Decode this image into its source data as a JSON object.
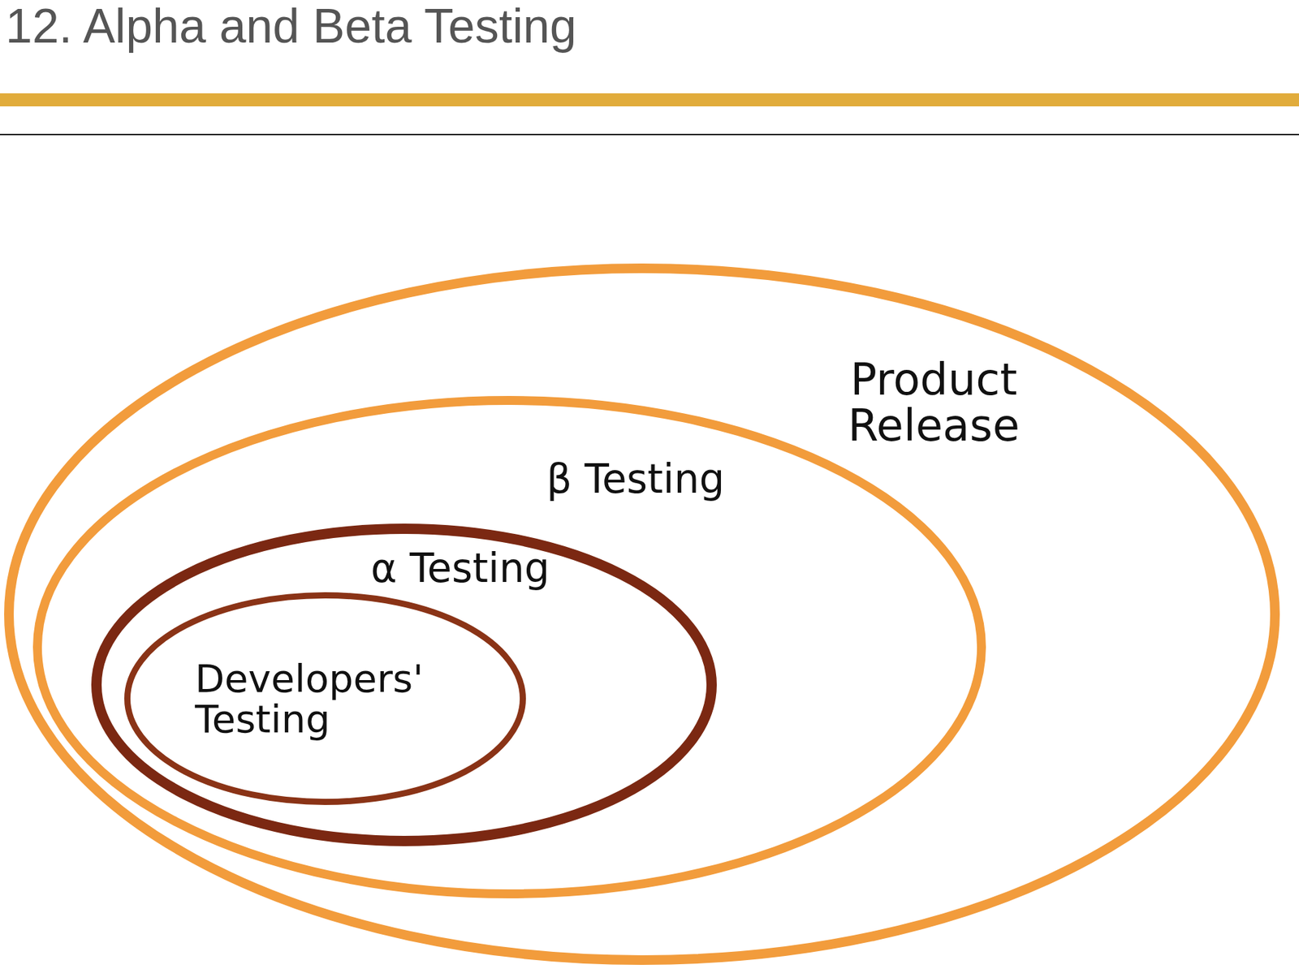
{
  "diagram": {
    "title": "12. Alpha and Beta Testing",
    "nodes": [
      {
        "text": [
          "Product Release"
        ]
      },
      {
        "text": [
          "β Testing"
        ],
        "in": 0
      },
      {
        "text": [
          "α Testing"
        ],
        "in": 1
      },
      {
        "text": [
          "Developers' Testing"
        ],
        "in": 2
      }
    ]
  }
}
